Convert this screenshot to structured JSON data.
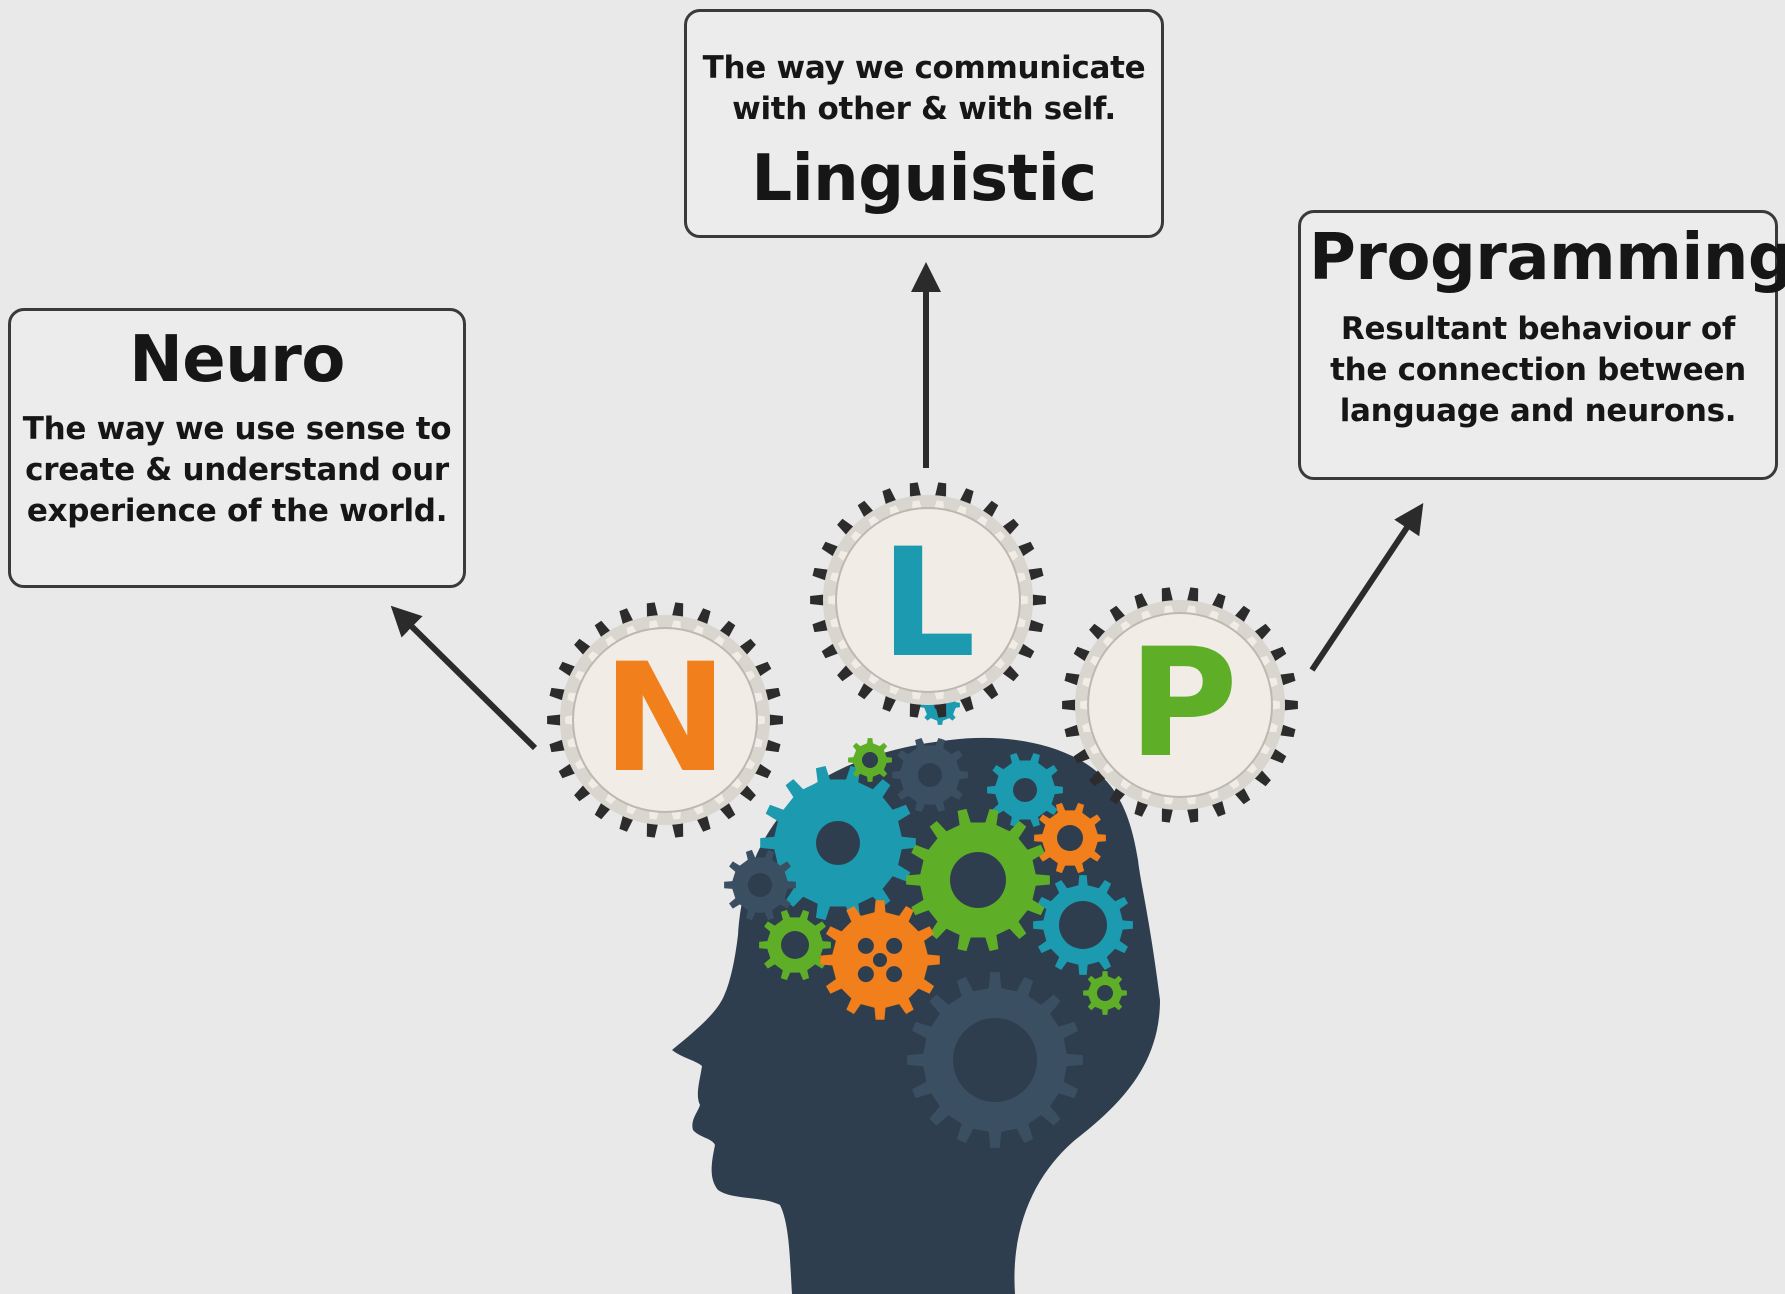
{
  "neuro": {
    "title": "Neuro",
    "desc_lines": [
      "The way we use sense to",
      "create & understand our",
      "experience of the world."
    ]
  },
  "linguistic": {
    "title": "Linguistic",
    "desc_lines": [
      "The way we communicate",
      "with other & with self."
    ]
  },
  "programming": {
    "title": "Programming",
    "desc_lines": [
      "Resultant behaviour of",
      "the connection between",
      "language and neurons."
    ]
  },
  "letters": {
    "n": "N",
    "l": "L",
    "p": "P"
  },
  "colors": {
    "background": "#e9e9e9",
    "head": "#2e3e4e",
    "orange": "#f07f1c",
    "teal": "#1c9ab0",
    "green": "#5eae27",
    "dark_gear": "#3b4f63",
    "gear_frame": "#2c2c2c",
    "gear_face": "#f1ede6"
  },
  "icons": {
    "head": "head-silhouette-icon",
    "brain_gears": "gear-icon"
  }
}
